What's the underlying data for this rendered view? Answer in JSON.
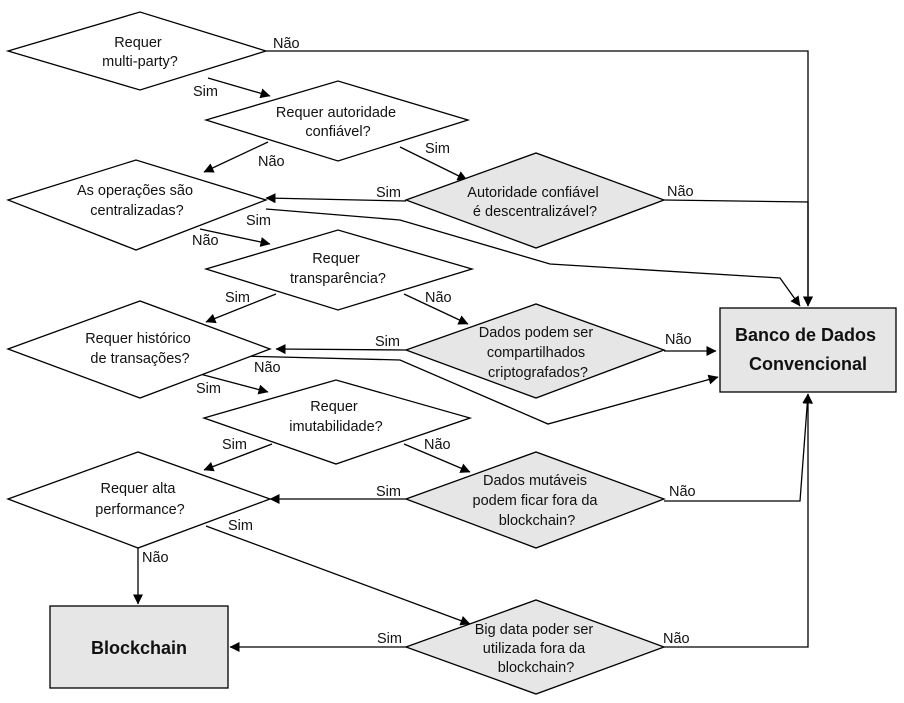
{
  "nodes": {
    "d1": [
      "Requer",
      "multi-party?"
    ],
    "d2": [
      "Requer autoridade",
      "confiável?"
    ],
    "d3": [
      "As operações são",
      "centralizadas?"
    ],
    "d4": [
      "Autoridade confiável",
      "é descentralizável?"
    ],
    "d5": [
      "Requer",
      "transparência?"
    ],
    "d6": [
      "Requer histórico",
      "de transações?"
    ],
    "d7": [
      "Dados podem ser",
      "compartilhados",
      "criptografados?"
    ],
    "d8": [
      "Requer",
      "imutabilidade?"
    ],
    "d9": [
      "Requer alta",
      "performance?"
    ],
    "d10": [
      "Dados mutáveis",
      "podem ficar fora da",
      "blockchain?"
    ],
    "d11": [
      "Big data poder ser",
      "utilizada fora da",
      "blockchain?"
    ],
    "banco": [
      "Banco de Dados",
      "Convencional"
    ],
    "blockchain": [
      "Blockchain"
    ]
  },
  "labels": {
    "sim": "Sim",
    "nao": "Não"
  },
  "colors": {
    "decision_fill": "#ffffff",
    "highlight_fill": "#e6e6e6",
    "terminal_fill": "#e6e6e6",
    "stroke": "#000000"
  }
}
